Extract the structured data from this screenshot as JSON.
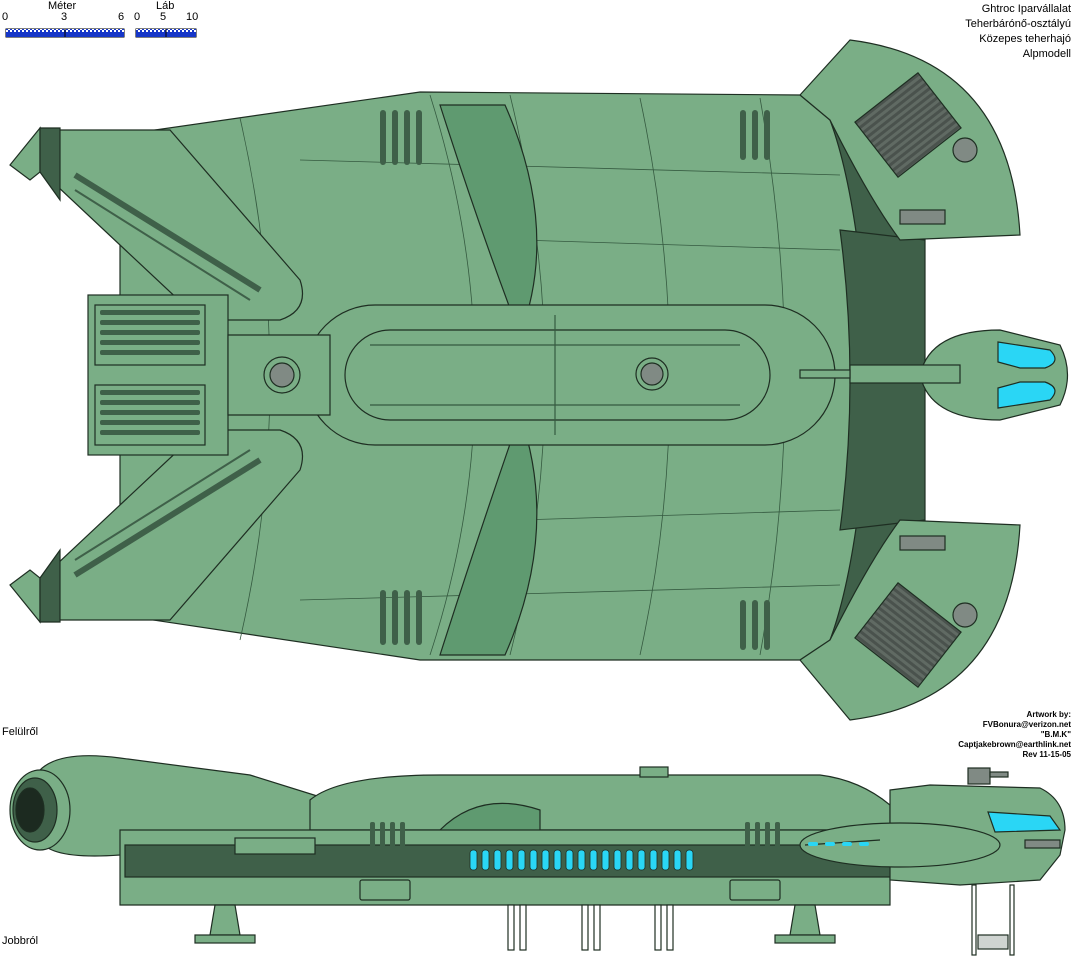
{
  "scale": {
    "meter_label": "Méter",
    "meter_ticks": [
      "0",
      "3",
      "6"
    ],
    "foot_label": "Láb",
    "foot_ticks": [
      "0",
      "5",
      "10"
    ]
  },
  "title": {
    "line1": "Ghtroc Iparvállalat",
    "line2": "Teherbárónő-osztályú",
    "line3": "Közepes teherhajó",
    "line4": "Alpmodell"
  },
  "credits": {
    "heading": "Artwork by:",
    "artist1": "FVBonura@verizon.net",
    "artist2": "\"B.M.K\"",
    "artist3": "Captjakebrown@earthlink.net",
    "revision": "Rev 11-15-05"
  },
  "views": {
    "top": "Felülről",
    "side": "Jobbról"
  },
  "colors": {
    "hull": "#7aae86",
    "hull_dark": "#5f9a70",
    "shadow": "#3f6049",
    "outline": "#1e2e22",
    "glow": "#2ad6f5",
    "scale_blue": "#1636c8"
  }
}
